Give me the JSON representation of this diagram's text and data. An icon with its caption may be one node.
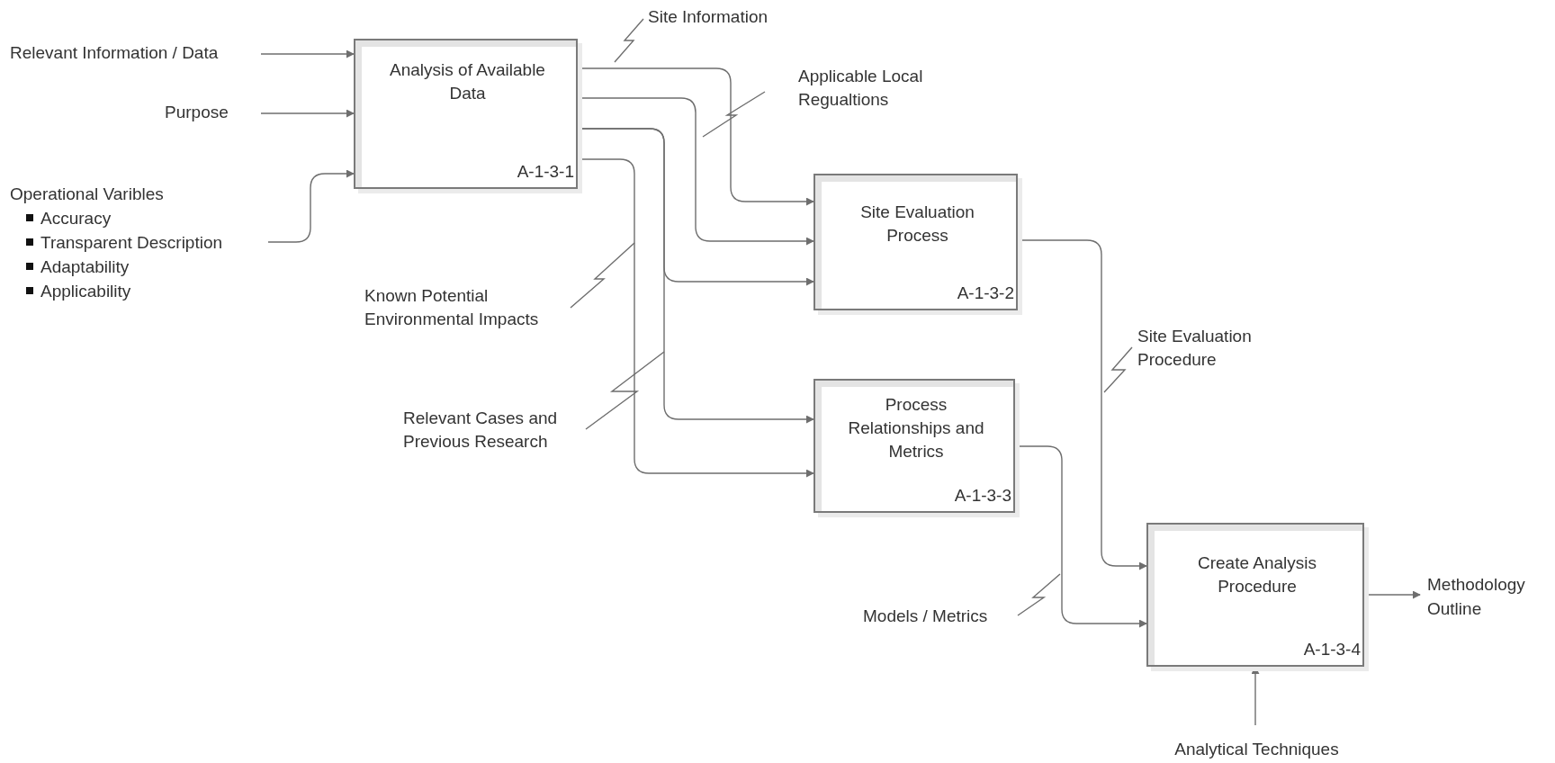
{
  "diagram": {
    "nodes": [
      {
        "text": [
          "Analysis of Available Data",
          "A-1-3-1"
        ]
      },
      {
        "text": [
          "Site Evaluation Process",
          "A-1-3-2"
        ]
      },
      {
        "text": [
          "Process Relationships and Metrics",
          "A-1-3-3"
        ]
      },
      {
        "text": [
          "Create Analysis Procedure",
          "A-1-3-4"
        ]
      },
      {
        "text": [
          "Relevant Information / Data"
        ]
      },
      {
        "text": [
          "Purpose"
        ]
      },
      {
        "text": [
          "Operational Varibles",
          "Accuracy",
          "Transparent Description",
          "Adaptability",
          "Applicability"
        ]
      },
      {
        "text": [
          "Methodology Outline"
        ]
      },
      {
        "text": [
          "Analytical Techniques"
        ]
      }
    ],
    "edges": [
      {
        "from": 4,
        "to": 0,
        "arrow": "to"
      },
      {
        "from": 5,
        "to": 0,
        "arrow": "to"
      },
      {
        "from": 6,
        "to": 0,
        "arrow": "to"
      },
      {
        "from": 0,
        "to": 1,
        "arrow": "to",
        "label": "Site Information"
      },
      {
        "from": 0,
        "to": 1,
        "arrow": "to",
        "label": "Applicable Local Regualtions"
      },
      {
        "from": 0,
        "to": 1,
        "arrow": "to"
      },
      {
        "from": 0,
        "to": 2,
        "arrow": "to",
        "label": "Relevant Cases and Previous Research"
      },
      {
        "from": 0,
        "to": 2,
        "arrow": "to",
        "label": "Known Potential Environmental Impacts"
      },
      {
        "from": 1,
        "to": 3,
        "arrow": "to",
        "label": "Site Evaluation Procedure"
      },
      {
        "from": 2,
        "to": 3,
        "arrow": "to",
        "label": "Models / Metrics"
      },
      {
        "from": 3,
        "to": 7,
        "arrow": "to"
      },
      {
        "from": 8,
        "to": 3,
        "arrow": "to"
      }
    ]
  }
}
